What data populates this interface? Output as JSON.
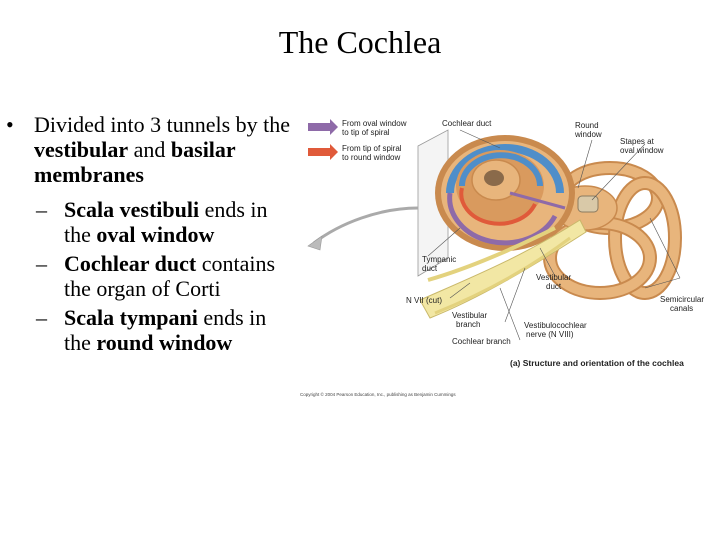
{
  "slide": {
    "title": "The Cochlea",
    "bullet": {
      "marker": "•",
      "p1": "Divided into 3 tunnels by the ",
      "p2": "vestibular",
      "p3": " and ",
      "p4": "basilar membranes"
    },
    "subbullets": [
      {
        "marker": "–",
        "bold": "Scala vestibuli",
        "t1": " ends in the ",
        "bold2": "oval window"
      },
      {
        "marker": "–",
        "bold": "Cochlear duct",
        "t1": " contains the organ of Corti",
        "bold2": ""
      },
      {
        "marker": "–",
        "bold": "Scala tympani",
        "t1": " ends in the ",
        "bold2": "round window"
      }
    ]
  },
  "figure": {
    "legend": [
      {
        "line1": "From oval window",
        "line2": "to tip of spiral",
        "color": "#8e6aa8"
      },
      {
        "line1": "From tip of spiral",
        "line2": "to round window",
        "color": "#e05a3a"
      }
    ],
    "labels": {
      "cochlear_duct": "Cochlear duct",
      "round_window_1": "Round",
      "round_window_2": "window",
      "stapes_1": "Stapes at",
      "stapes_2": "oval window",
      "tympanic_1": "Tympanic",
      "tympanic_2": "duct",
      "vestibular_duct_1": "Vestibular",
      "vestibular_duct_2": "duct",
      "n7": "N VII (cut)",
      "semicircular_1": "Semicircular",
      "semicircular_2": "canals",
      "vestibular_branch_1": "Vestibular",
      "vestibular_branch_2": "branch",
      "vestibulocochlear_1": "Vestibulocochlear",
      "vestibulocochlear_2": "nerve (N VIII)",
      "cochlear_branch": "Cochlear branch"
    },
    "caption": "(a) Structure and orientation of the cochlea",
    "copyright": "Copyright © 2004 Pearson Education, Inc., publishing as Benjamin Cummings",
    "colors": {
      "bone": "#e8b57c",
      "bone_dark": "#c98a4e",
      "nerve": "#f2e7a4",
      "blue": "#4f8ec9",
      "purple": "#8e6aa8",
      "red": "#e05a3a"
    }
  }
}
